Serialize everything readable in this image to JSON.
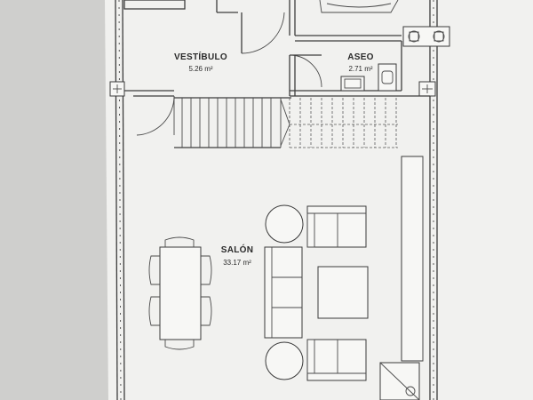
{
  "rooms": [
    {
      "id": "vestibulo",
      "name": "VESTÍBULO",
      "area": "5.26 m²"
    },
    {
      "id": "aseo",
      "name": "ASEO",
      "area": "2.71 m²"
    },
    {
      "id": "salon",
      "name": "SALÓN",
      "area": "33.17 m²"
    }
  ],
  "colors": {
    "paper": "#f2f2f0",
    "background": "#cfcfcd",
    "line": "#3c3c3c"
  }
}
